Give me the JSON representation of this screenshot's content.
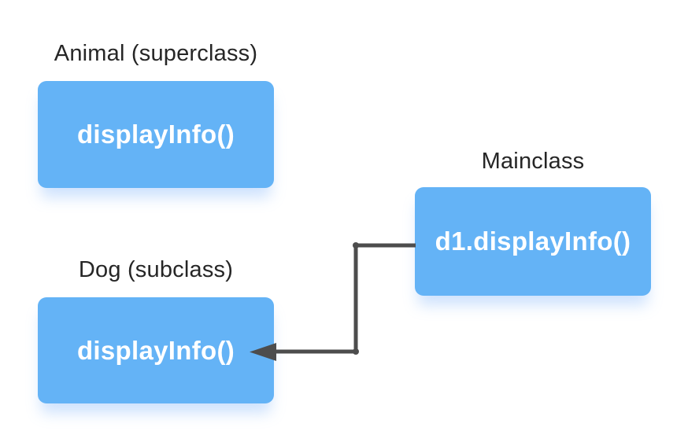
{
  "nodes": {
    "animal": {
      "label": "Animal (superclass)",
      "method": "displayInfo()"
    },
    "mainclass": {
      "label": "Mainclass",
      "method": "d1.displayInfo()"
    },
    "dog": {
      "label": "Dog (subclass)",
      "method": "displayInfo()"
    }
  },
  "edge": {
    "from": "mainclass",
    "to": "dog"
  },
  "colors": {
    "box_fill": "#64B3F6",
    "box_text": "#FFFFFF",
    "label_text": "#262626",
    "arrow": "#4D4D4D",
    "background": "#FFFFFF",
    "box_glow": "rgba(125,180,250,0.38)"
  }
}
